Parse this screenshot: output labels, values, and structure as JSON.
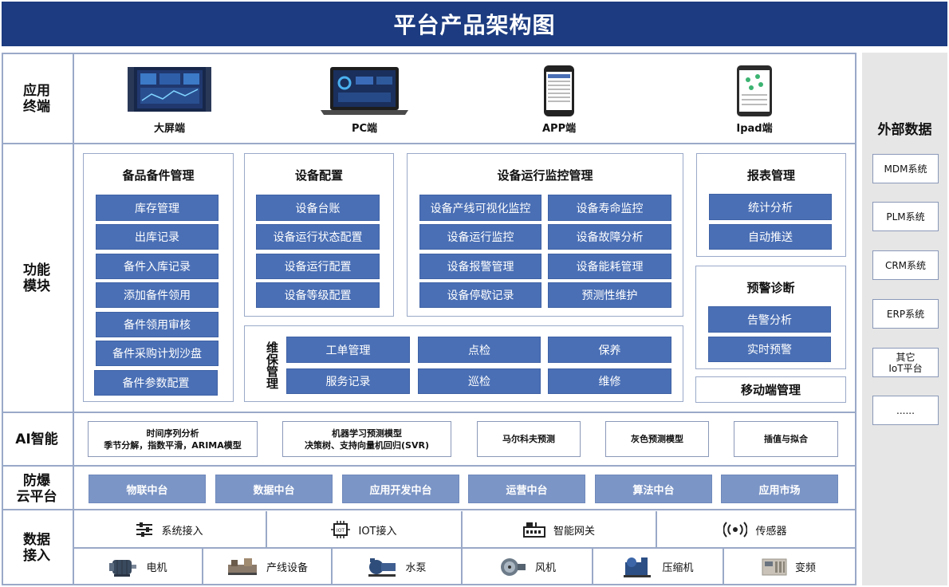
{
  "title": "平台产品架构图",
  "rows": {
    "app_terminal": "应用\n终端",
    "function_module": "功能\n模块",
    "ai": "AI智能",
    "cloud": "防爆\n云平台",
    "data_access": "数据\n接入"
  },
  "terminals": [
    "大屏端",
    "PC端",
    "APP端",
    "Ipad端"
  ],
  "spare_parts": {
    "title": "备品备件管理",
    "items": [
      "库存管理",
      "出库记录",
      "备件入库记录",
      "添加备件领用",
      "备件领用审核",
      "备件采购计划沙盘",
      "备件参数配置"
    ]
  },
  "device_config": {
    "title": "设备配置",
    "items": [
      "设备台账",
      "设备运行状态配置",
      "设备运行配置",
      "设备等级配置"
    ]
  },
  "device_monitor": {
    "title": "设备运行监控管理",
    "items": [
      "设备产线可视化监控",
      "设备寿命监控",
      "设备运行监控",
      "设备故障分析",
      "设备报警管理",
      "设备能耗管理",
      "设备停歇记录",
      "预测性维护"
    ]
  },
  "maintenance": {
    "title": "维保管理",
    "items": [
      "工单管理",
      "点检",
      "保养",
      "服务记录",
      "巡检",
      "维修"
    ]
  },
  "reports": {
    "title": "报表管理",
    "items": [
      "统计分析",
      "自动推送"
    ]
  },
  "warning": {
    "title": "预警诊断",
    "items": [
      "告警分析",
      "实时预警"
    ]
  },
  "mobile": {
    "title": "移动端管理"
  },
  "ai_models": [
    {
      "line1": "时间序列分析",
      "line2": "季节分解，指数平滑，ARIMA模型"
    },
    {
      "line1": "机器学习预测模型",
      "line2": "决策树、支持向量机回归(SVR)"
    },
    {
      "line1": "马尔科夫预测",
      "line2": ""
    },
    {
      "line1": "灰色预测模型",
      "line2": ""
    },
    {
      "line1": "插值与拟合",
      "line2": ""
    }
  ],
  "platforms": [
    "物联中台",
    "数据中台",
    "应用开发中台",
    "运营中台",
    "算法中台",
    "应用市场"
  ],
  "access_top": [
    {
      "label": "系统接入",
      "icon": "sliders-icon"
    },
    {
      "label": "IOT接入",
      "icon": "chip-icon"
    },
    {
      "label": "智能网关",
      "icon": "gateway-icon"
    },
    {
      "label": "传感器",
      "icon": "sensor-icon"
    }
  ],
  "access_bottom": [
    {
      "label": "电机",
      "icon": "motor-icon"
    },
    {
      "label": "产线设备",
      "icon": "production-line-icon"
    },
    {
      "label": "水泵",
      "icon": "pump-icon"
    },
    {
      "label": "风机",
      "icon": "fan-icon"
    },
    {
      "label": "压缩机",
      "icon": "compressor-icon"
    },
    {
      "label": "变频",
      "icon": "inverter-icon"
    }
  ],
  "external": {
    "title": "外部数据",
    "items": [
      "MDM系统",
      "PLM系统",
      "CRM系统",
      "ERP系统",
      "其它\nIoT平台",
      "......"
    ]
  },
  "colors": {
    "header": "#1c3b80",
    "button": "#4a6fb5",
    "platform": "#7b95c6",
    "border": "#9aa9c8"
  }
}
